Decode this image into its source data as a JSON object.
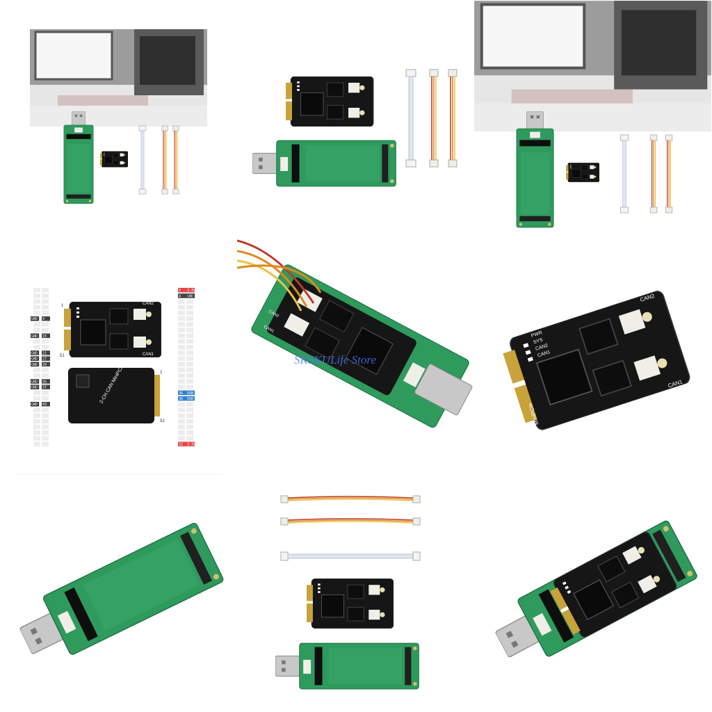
{
  "gallery": {
    "images": [
      {
        "name": "kit-desk-photo-1"
      },
      {
        "name": "kit-layout-white"
      },
      {
        "name": "kit-desk-photo-2"
      },
      {
        "name": "pinout-diagram"
      },
      {
        "name": "board-assembled-closeup"
      },
      {
        "name": "can-board-angled"
      },
      {
        "name": "adapter-board-angled"
      },
      {
        "name": "kit-vertical-layout"
      },
      {
        "name": "adapter-with-can-board"
      }
    ]
  },
  "board_labels": {
    "can1": "CAN1",
    "can2": "CAN2",
    "pwr": "PWR",
    "sys": "SYS",
    "minipcie": "MiniPCIe",
    "product_name": "2-CH CAN MiniPCIe"
  },
  "pinout": {
    "left_gnd": "GND",
    "left_pins": [
      "9",
      "15",
      "21",
      "27",
      "29",
      "35",
      "37",
      "43"
    ],
    "right_top": [
      "2",
      "4"
    ],
    "right_top_labels": [
      "3.3V",
      "GND"
    ],
    "right_usb": [
      "36",
      "38"
    ],
    "right_usb_labels": [
      "USB_D-",
      "USB_D+"
    ],
    "right_bottom": [
      "52"
    ],
    "right_bottom_labels": [
      "3.3V"
    ],
    "edge_labels": [
      "1",
      "51",
      "2",
      "52"
    ]
  },
  "watermark": "SKSKULife Store",
  "colors": {
    "pcb_black": "#161616",
    "pcb_green": "#2e9a5c",
    "pad_gold": "#c9a23a",
    "connector_white": "#efefe8",
    "usb_metal": "#c8c8c8",
    "wire_red": "#c0392b",
    "wire_orange": "#e08a1e",
    "wire_yellow": "#e8c34a",
    "pin_red": "#e04848",
    "pin_blue": "#2f7fd0"
  }
}
